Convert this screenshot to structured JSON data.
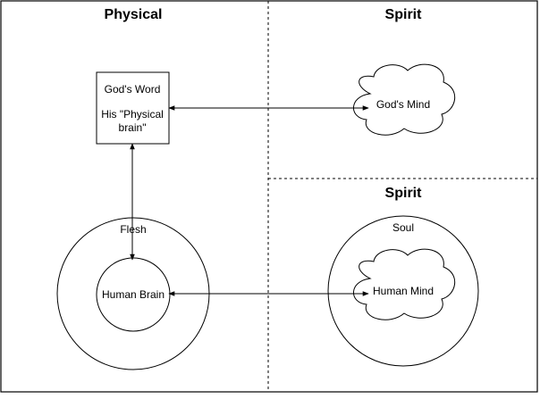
{
  "sections": {
    "physical_title": "Physical",
    "spirit_top_title": "Spirit",
    "spirit_bottom_title": "Spirit"
  },
  "nodes": {
    "gods_word": {
      "line1": "God's Word",
      "line2": "His \"Physical",
      "line3": "brain\""
    },
    "gods_mind": "God's Mind",
    "flesh": "Flesh",
    "human_brain": "Human Brain",
    "soul": "Soul",
    "human_mind": "Human Mind"
  },
  "colors": {
    "stroke": "#000000",
    "background": "#ffffff"
  }
}
